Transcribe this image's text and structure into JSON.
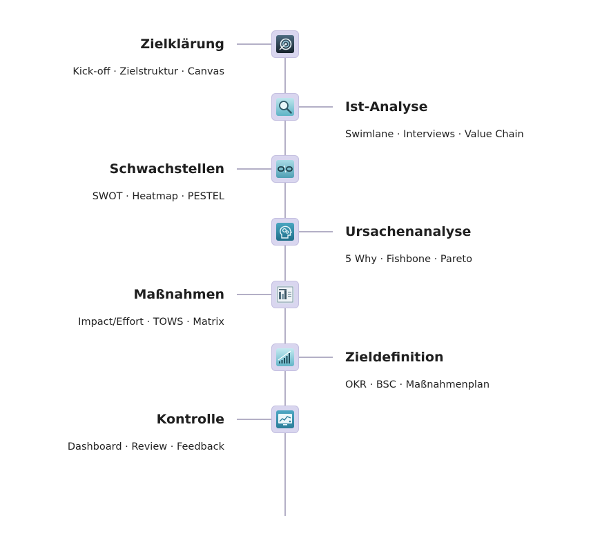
{
  "colors": {
    "spine": "#b3afc6",
    "node_background": "#d9d6ef",
    "node_border": "#c4bfe0",
    "title_text": "#1f1f1f",
    "methods_text": "#222222"
  },
  "steps": [
    {
      "title": "Zielklärung",
      "methods": "Kick-off · Zielstruktur · Canvas",
      "side": "left",
      "icon": "target-icon"
    },
    {
      "title": "Ist-Analyse",
      "methods": "Swimlane · Interviews · Value Chain",
      "side": "right",
      "icon": "magnifier-icon"
    },
    {
      "title": "Schwachstellen",
      "methods": "SWOT · Heatmap · PESTEL",
      "side": "left",
      "icon": "broken-link-icon"
    },
    {
      "title": "Ursachenanalyse",
      "methods": "5 Why · Fishbone · Pareto",
      "side": "right",
      "icon": "head-gears-icon"
    },
    {
      "title": "Maßnahmen",
      "methods": "Impact/Effort · TOWS · Matrix",
      "side": "left",
      "icon": "document-chart-icon"
    },
    {
      "title": "Zieldefinition",
      "methods": "OKR · BSC · Maßnahmenplan",
      "side": "right",
      "icon": "growth-bars-icon"
    },
    {
      "title": "Kontrolle",
      "methods": "Dashboard · Review · Feedback",
      "side": "left",
      "icon": "dashboard-monitor-icon"
    }
  ]
}
